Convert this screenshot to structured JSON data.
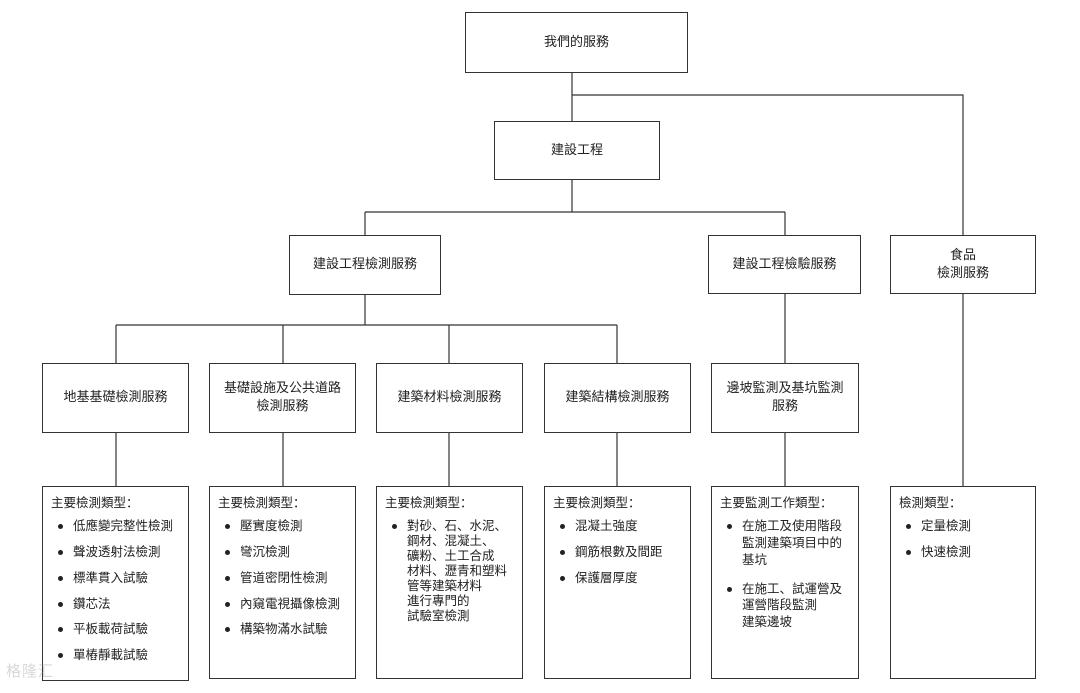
{
  "diagram": {
    "root": "我們的服務",
    "construction": "建設工程",
    "testing_services": "建設工程檢測服務",
    "inspection_services": "建設工程檢驗服務",
    "food_services": "食品\n檢測服務",
    "foundation": "地基基礎檢測服務",
    "infrastructure": "基礎設施及公共道路\n檢測服務",
    "materials": "建築材料檢測服務",
    "structure": "建築結構檢測服務",
    "slope": "邊坡監測及基坑監測\n服務"
  },
  "lists": {
    "foundation": {
      "title": "主要檢測類型：",
      "items": [
        "低應變完整性檢測",
        "聲波透射法檢測",
        "標準貫入試驗",
        "鑽芯法",
        "平板載荷試驗",
        "單樁靜載試驗"
      ]
    },
    "infrastructure": {
      "title": "主要檢測類型：",
      "items": [
        "壓實度檢測",
        "彎沉檢測",
        "管道密閉性檢測",
        "內窺電視攝像檢測",
        "構築物滿水試驗"
      ]
    },
    "materials": {
      "title": "主要檢測類型：",
      "items": [
        "對砂、石、水泥、\n鋼材、混凝土、\n礦粉、土工合成\n材料、瀝青和塑料\n管等建築材料\n進行專門的\n試驗室檢測"
      ]
    },
    "structure": {
      "title": "主要檢測類型：",
      "items": [
        "混凝土強度",
        "鋼筋根數及間距",
        "保護層厚度"
      ]
    },
    "slope": {
      "title": "主要監測工作類型：",
      "items": [
        "在施工及使用階段\n監測建築項目中的\n基坑",
        "在施工、試運營及\n運營階段監測\n建築邊坡"
      ]
    },
    "food": {
      "title": "檢測類型：",
      "items": [
        "定量檢測",
        "快速檢測"
      ]
    }
  },
  "watermark": "格隆汇"
}
